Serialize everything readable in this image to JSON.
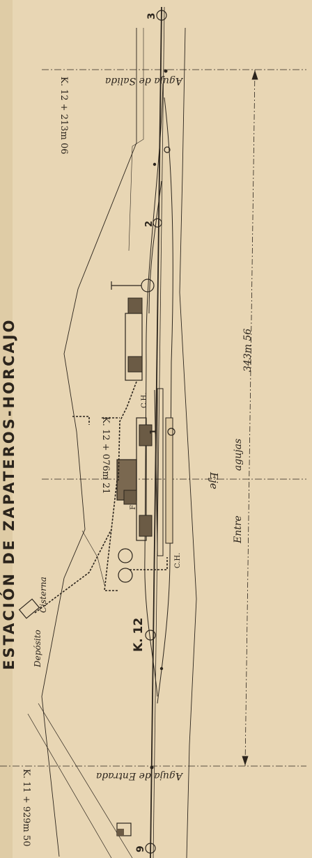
{
  "title": "ESTACIÓN DE ZAPATEROS-HORCAJO",
  "labels": {
    "aguja_salida": "Aguja de Salida",
    "km_salida": "K. 12 + 213m 06",
    "aguja_entrada": "Aguja de Entrada",
    "km_entrada": "K. 11 + 929m 50",
    "eje": "Eje",
    "km_eje": "K. 12 + 076m 21",
    "entre": "Entre",
    "agujas": "agujas",
    "distancia": "343m 56",
    "km12": "K. 12",
    "deposito": "Depósito",
    "cisterna": "Cisterna",
    "ch_top": "C.H.",
    "ch_bottom": "C.H.",
    "f": "F",
    "num_3": "3",
    "num_2": "2",
    "num_1": "1",
    "num_9": "9"
  }
}
